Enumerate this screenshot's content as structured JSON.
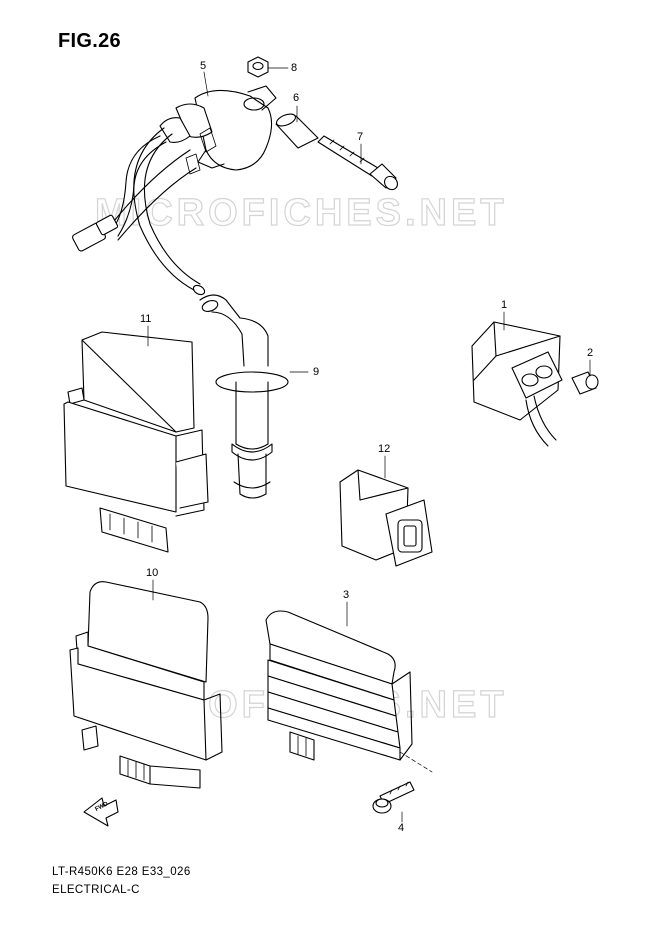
{
  "figure": {
    "title": "FIG.26",
    "model_code": "LT-R450K6 E28 E33_026",
    "section_name": "ELECTRICAL-C"
  },
  "watermarks": [
    "MICROFICHES.NET",
    "MICROFICHES.NET"
  ],
  "parts": [
    {
      "ref": "1"
    },
    {
      "ref": "2"
    },
    {
      "ref": "3"
    },
    {
      "ref": "4"
    },
    {
      "ref": "5"
    },
    {
      "ref": "6"
    },
    {
      "ref": "7"
    },
    {
      "ref": "8"
    },
    {
      "ref": "9"
    },
    {
      "ref": "10"
    },
    {
      "ref": "11"
    },
    {
      "ref": "12"
    }
  ],
  "fwd_arrow_label": "FWD"
}
